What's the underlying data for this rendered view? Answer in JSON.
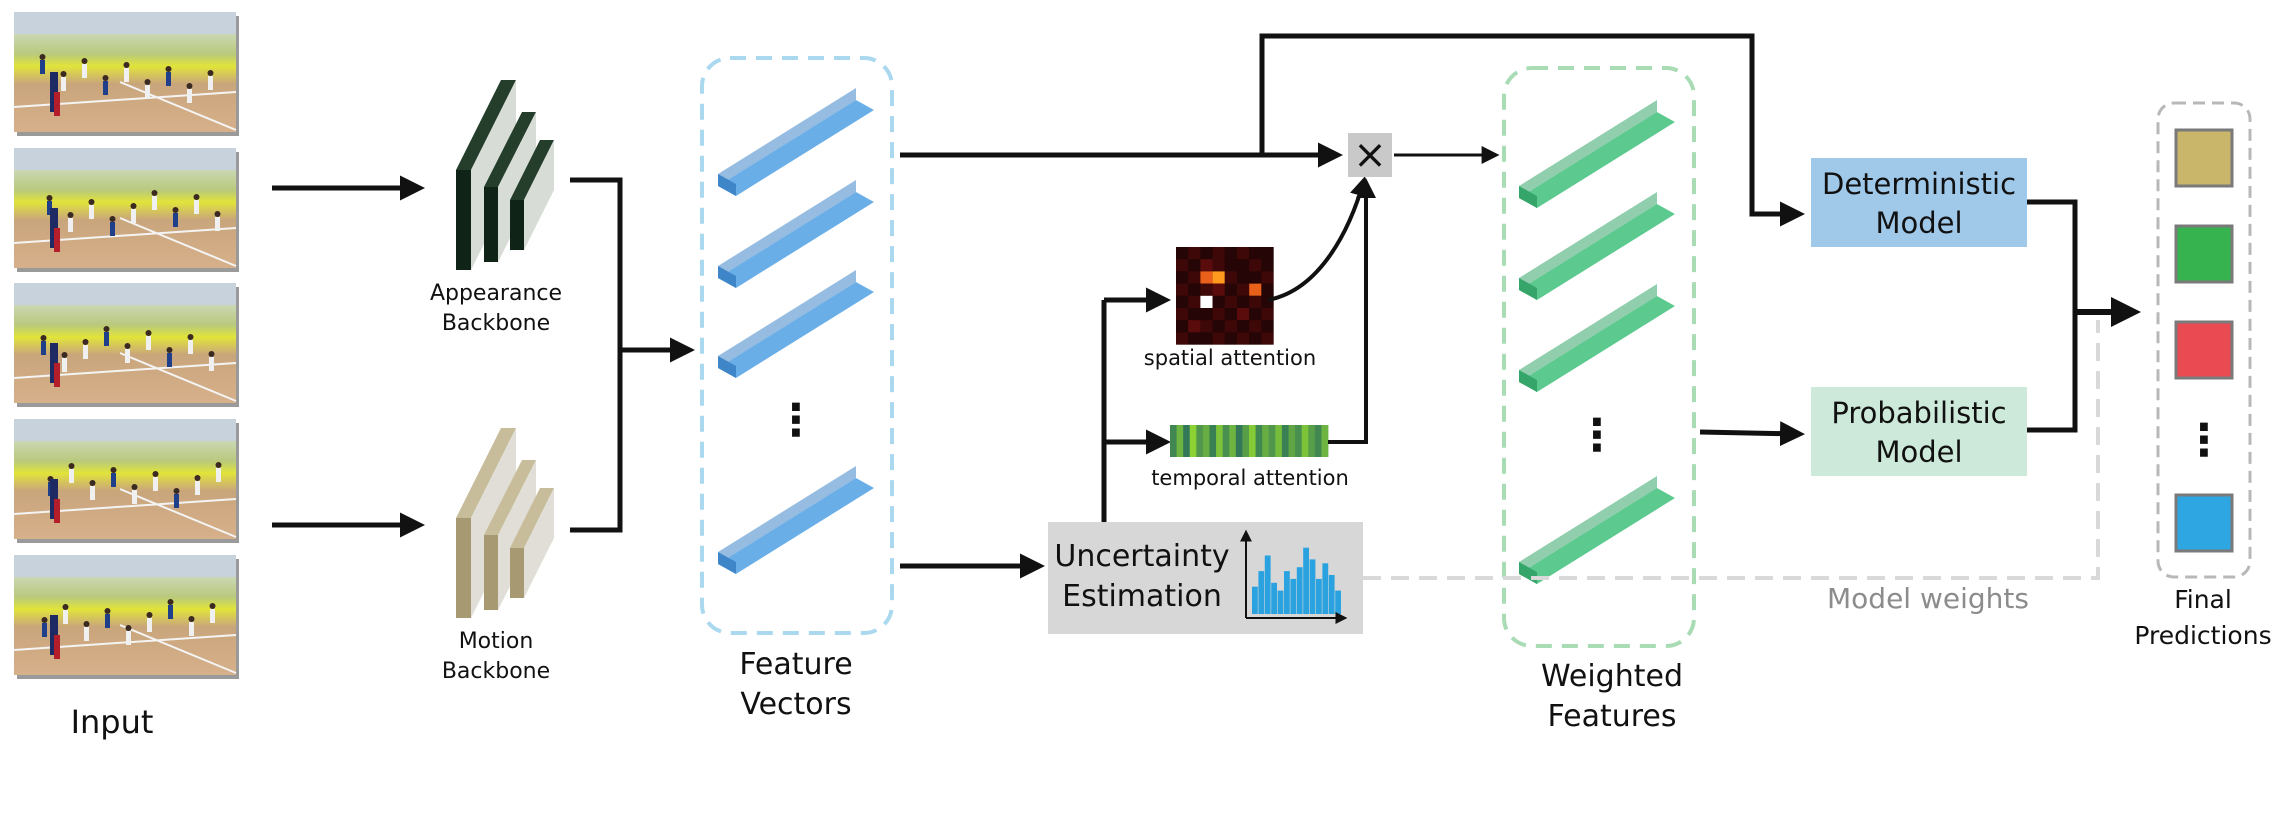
{
  "labels": {
    "input": "Input",
    "appearance_backbone": [
      "Appearance",
      "Backbone"
    ],
    "motion_backbone": [
      "Motion",
      "Backbone"
    ],
    "feature_vectors": [
      "Feature",
      "Vectors"
    ],
    "spatial_attention": "spatial attention",
    "temporal_attention": "temporal attention",
    "uncertainty_estimation": [
      "Uncertainty",
      "Estimation"
    ],
    "weighted_features": [
      "Weighted",
      "Features"
    ],
    "deterministic_model": [
      "Deterministic",
      "Model"
    ],
    "probabilistic_model": [
      "Probabilistic",
      "Model"
    ],
    "model_weights": "Model weights",
    "final_predictions": [
      "Final",
      "Predictions"
    ],
    "multiply_symbol": "×",
    "ellipsis": "⋮"
  },
  "colors": {
    "feature_bar": "#6aaee8",
    "weighted_bar": "#5cc98f",
    "feature_box_border": "#a9d8ef",
    "weighted_box_border": "#a9dcb4",
    "appearance_backbone": "#1d3b26",
    "motion_backbone": "#b5a986",
    "deterministic_model": "#9fc8e9",
    "probabilistic_model": "#cde9d9",
    "uncertainty_box": "#d7d7d7",
    "histogram": "#2aa2e0",
    "prediction_colors": [
      "#c9b66a",
      "#36b34f",
      "#ea4a52",
      "#2ea6e2"
    ]
  },
  "input_frames": [
    "frame-1",
    "frame-2",
    "frame-3",
    "frame-4",
    "frame-5"
  ],
  "histogram_values": [
    0.35,
    0.55,
    0.75,
    0.4,
    0.3,
    0.55,
    0.45,
    0.6,
    0.85,
    0.7,
    0.45,
    0.65,
    0.5,
    0.3
  ],
  "temporal_attention_values": [
    0.3,
    0.6,
    0.2,
    0.8,
    0.4,
    0.55,
    0.25,
    0.7,
    0.35,
    0.6,
    0.2,
    0.45,
    0.75,
    0.3,
    0.55,
    0.4,
    0.65,
    0.25,
    0.5,
    0.35,
    0.7,
    0.45,
    0.3,
    0.6
  ],
  "spatial_attention_grid": [
    [
      0.1,
      0.2,
      0.1,
      0.15,
      0.1,
      0.2,
      0.1,
      0.1
    ],
    [
      0.2,
      0.1,
      0.3,
      0.2,
      0.1,
      0.1,
      0.2,
      0.1
    ],
    [
      0.1,
      0.2,
      0.6,
      0.9,
      0.2,
      0.1,
      0.1,
      0.2
    ],
    [
      0.2,
      0.1,
      0.2,
      0.3,
      0.1,
      0.2,
      0.7,
      0.1
    ],
    [
      0.1,
      0.2,
      1.0,
      0.1,
      0.2,
      0.1,
      0.2,
      0.1
    ],
    [
      0.2,
      0.1,
      0.1,
      0.2,
      0.1,
      0.3,
      0.1,
      0.2
    ],
    [
      0.1,
      0.3,
      0.2,
      0.1,
      0.2,
      0.1,
      0.2,
      0.1
    ],
    [
      0.2,
      0.1,
      0.1,
      0.2,
      0.1,
      0.2,
      0.1,
      0.2
    ]
  ]
}
